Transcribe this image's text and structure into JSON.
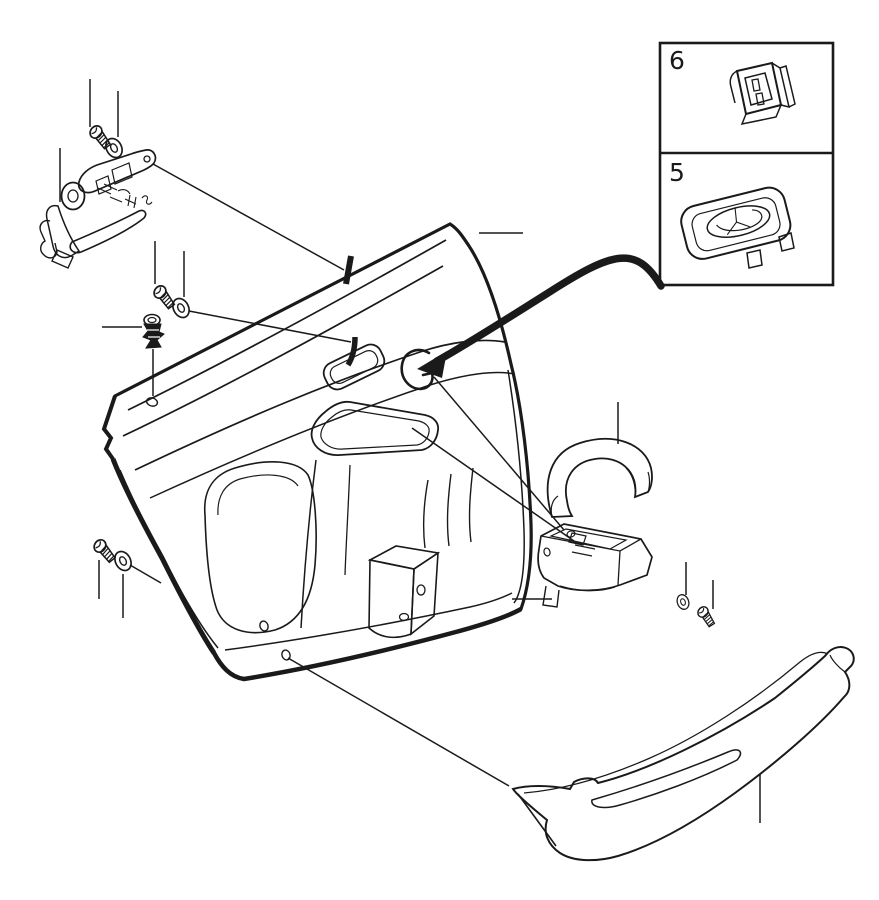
{
  "figure": {
    "background_color": "#ffffff",
    "line_color": "#1a1a1a"
  },
  "callouts": {
    "inset_boxes": [
      {
        "number": "6",
        "part_icon": "retaining-clip"
      },
      {
        "number": "5",
        "part_icon": "switch-bezel"
      }
    ]
  }
}
